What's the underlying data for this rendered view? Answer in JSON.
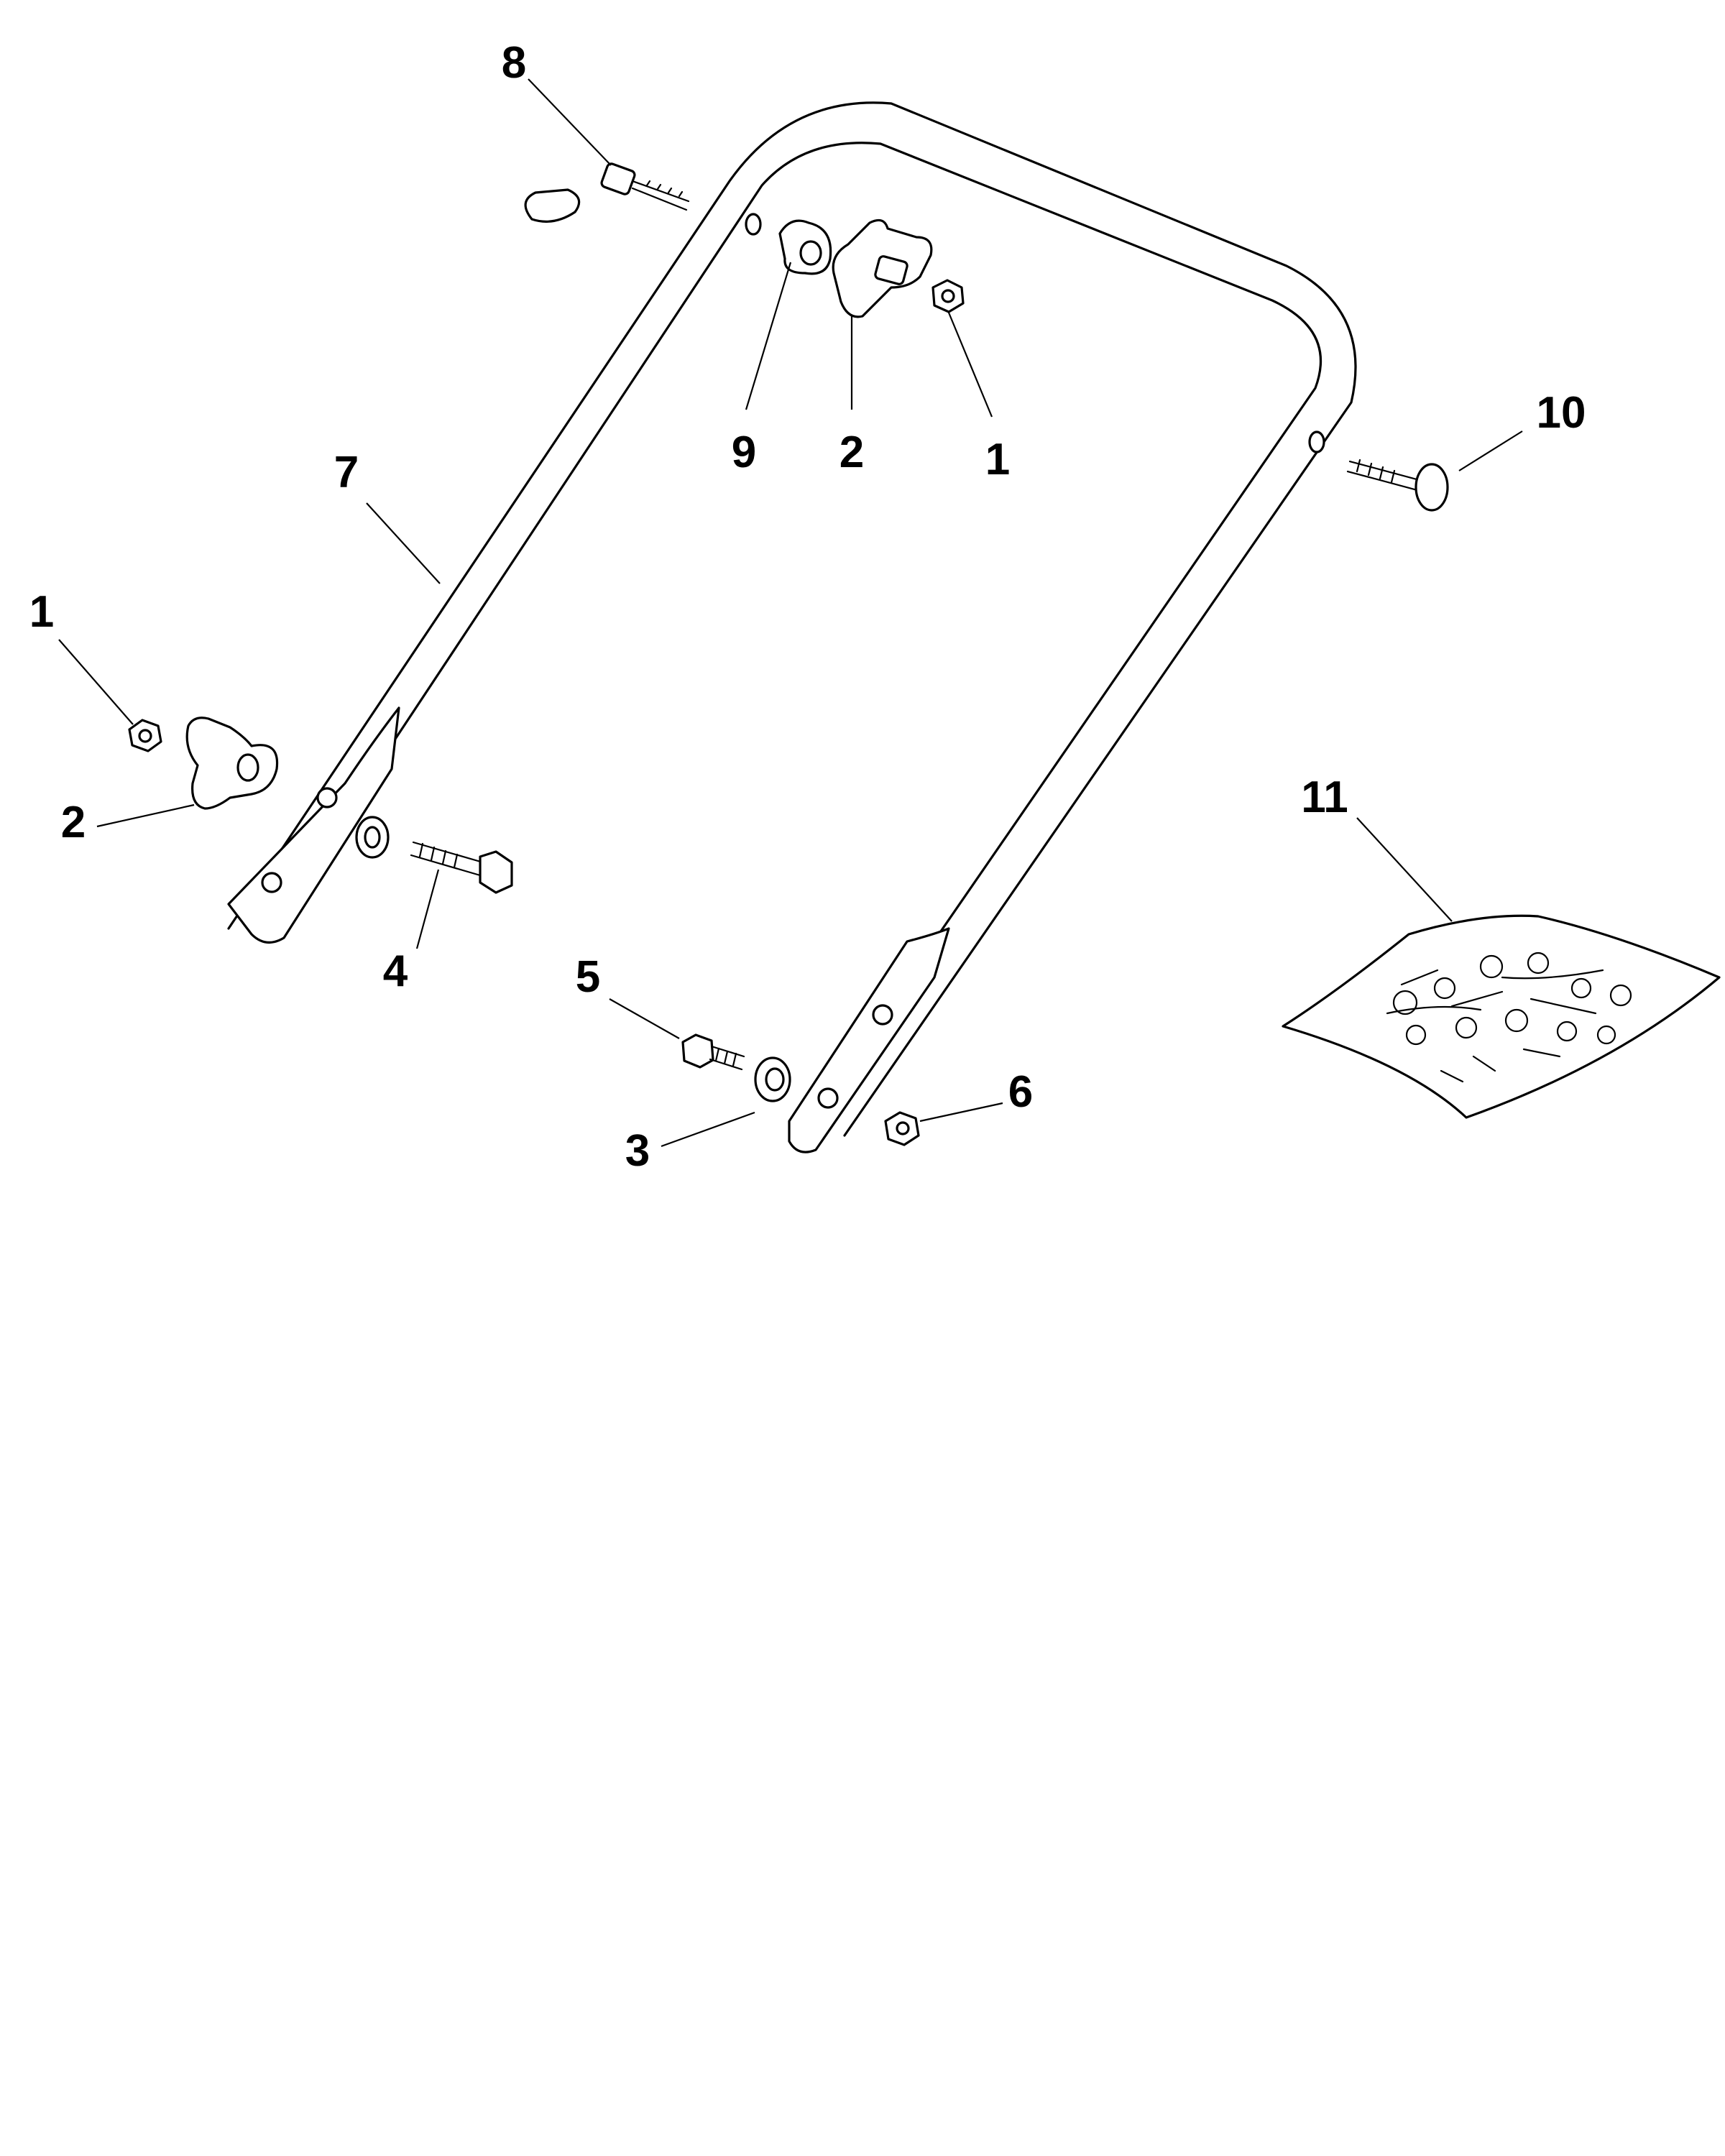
{
  "diagram": {
    "callouts": {
      "nut_left": "1",
      "knob_left": "2",
      "bolt_left": "4",
      "handle": "7",
      "pin": "8",
      "knob_small": "9",
      "knob_top": "2",
      "nut_top": "1",
      "carriage_bolt": "10",
      "bolt_bottom": "5",
      "washer": "3",
      "nut_bottom": "6",
      "hardware_bag": "11"
    }
  }
}
